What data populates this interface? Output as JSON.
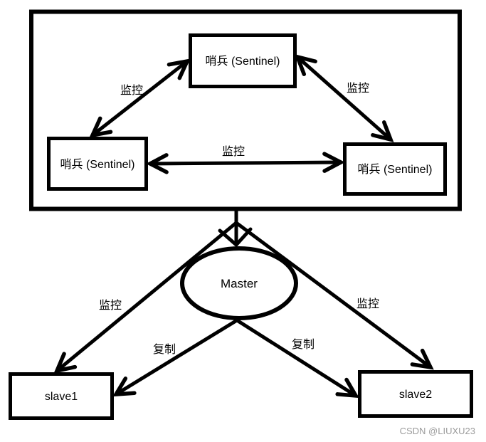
{
  "diagram": {
    "sentinel_cluster": {
      "sentinel_top": {
        "label": "哨兵 (Sentinel)"
      },
      "sentinel_left": {
        "label": "哨兵 (Sentinel)"
      },
      "sentinel_right": {
        "label": "哨兵 (Sentinel)"
      },
      "edges": {
        "monitor_left_top": {
          "label": "监控"
        },
        "monitor_top_right": {
          "label": "监控"
        },
        "monitor_left_right": {
          "label": "监控"
        }
      }
    },
    "replication_group": {
      "master": {
        "label": "Master"
      },
      "slave1": {
        "label": "slave1"
      },
      "slave2": {
        "label": "slave2"
      },
      "edges": {
        "monitor_slave1": {
          "label": "监控"
        },
        "monitor_slave2": {
          "label": "监控"
        },
        "replicate_slave1": {
          "label": "复制"
        },
        "replicate_slave2": {
          "label": "复制"
        }
      }
    },
    "colors": {
      "stroke": "#000000",
      "background": "#ffffff",
      "watermark_text": "#9b9b9b"
    }
  },
  "watermark": {
    "text": "CSDN @LIUXU23"
  }
}
